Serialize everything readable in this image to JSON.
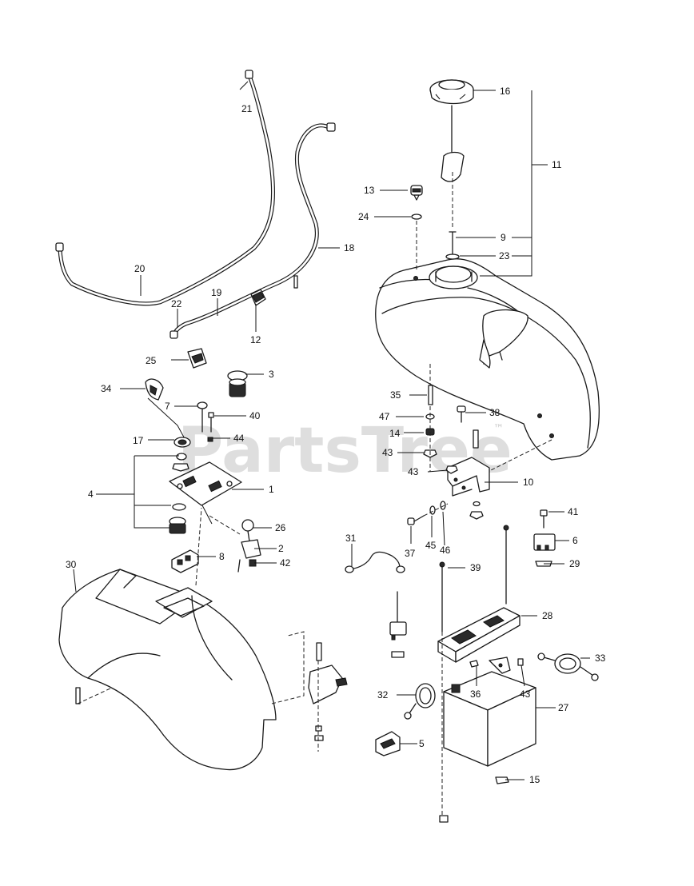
{
  "watermark": {
    "text": "PartsTree",
    "trademark": "™"
  },
  "callouts": {
    "c1": "1",
    "c2": "2",
    "c3": "3",
    "c4": "4",
    "c5": "5",
    "c6": "6",
    "c7": "7",
    "c8": "8",
    "c9": "9",
    "c10": "10",
    "c11": "11",
    "c12": "12",
    "c13": "13",
    "c14": "14",
    "c15": "15",
    "c16": "16",
    "c17": "17",
    "c18": "18",
    "c19": "19",
    "c20": "20",
    "c21": "21",
    "c22": "22",
    "c23": "23",
    "c24": "24",
    "c25": "25",
    "c26": "26",
    "c27": "27",
    "c28": "28",
    "c29": "29",
    "c30": "30",
    "c31": "31",
    "c32": "32",
    "c33": "33",
    "c34": "34",
    "c35": "35",
    "c36": "36",
    "c37": "37",
    "c38": "38",
    "c39": "39",
    "c40": "40",
    "c41": "41",
    "c42": "42",
    "c43a": "43",
    "c43b": "43",
    "c43c": "43",
    "c44": "44",
    "c45": "45",
    "c46": "46",
    "c47": "47"
  }
}
